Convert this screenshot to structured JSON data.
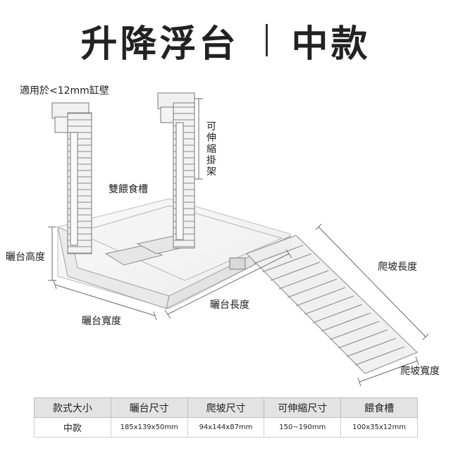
{
  "title": {
    "left": "升降浮台",
    "right": "中款"
  },
  "labels": {
    "tank_wall": "適用於<12mm缸壁",
    "telescopic_hanger": "可伸縮掛架",
    "feeding_trough": "雙餵食槽",
    "platform_height": "曬台高度",
    "platform_width": "曬台寬度",
    "platform_length": "曬台長度",
    "ramp_length": "爬坡長度",
    "ramp_width": "爬坡寬度"
  },
  "spec_table": {
    "headers": [
      "款式大小",
      "曬台尺寸",
      "爬坡尺寸",
      "可伸縮尺寸",
      "餵食槽"
    ],
    "rows": [
      [
        "中款",
        "185x139x50mm",
        "94x144x87mm",
        "150~190mm",
        "100x35x12mm"
      ]
    ]
  }
}
